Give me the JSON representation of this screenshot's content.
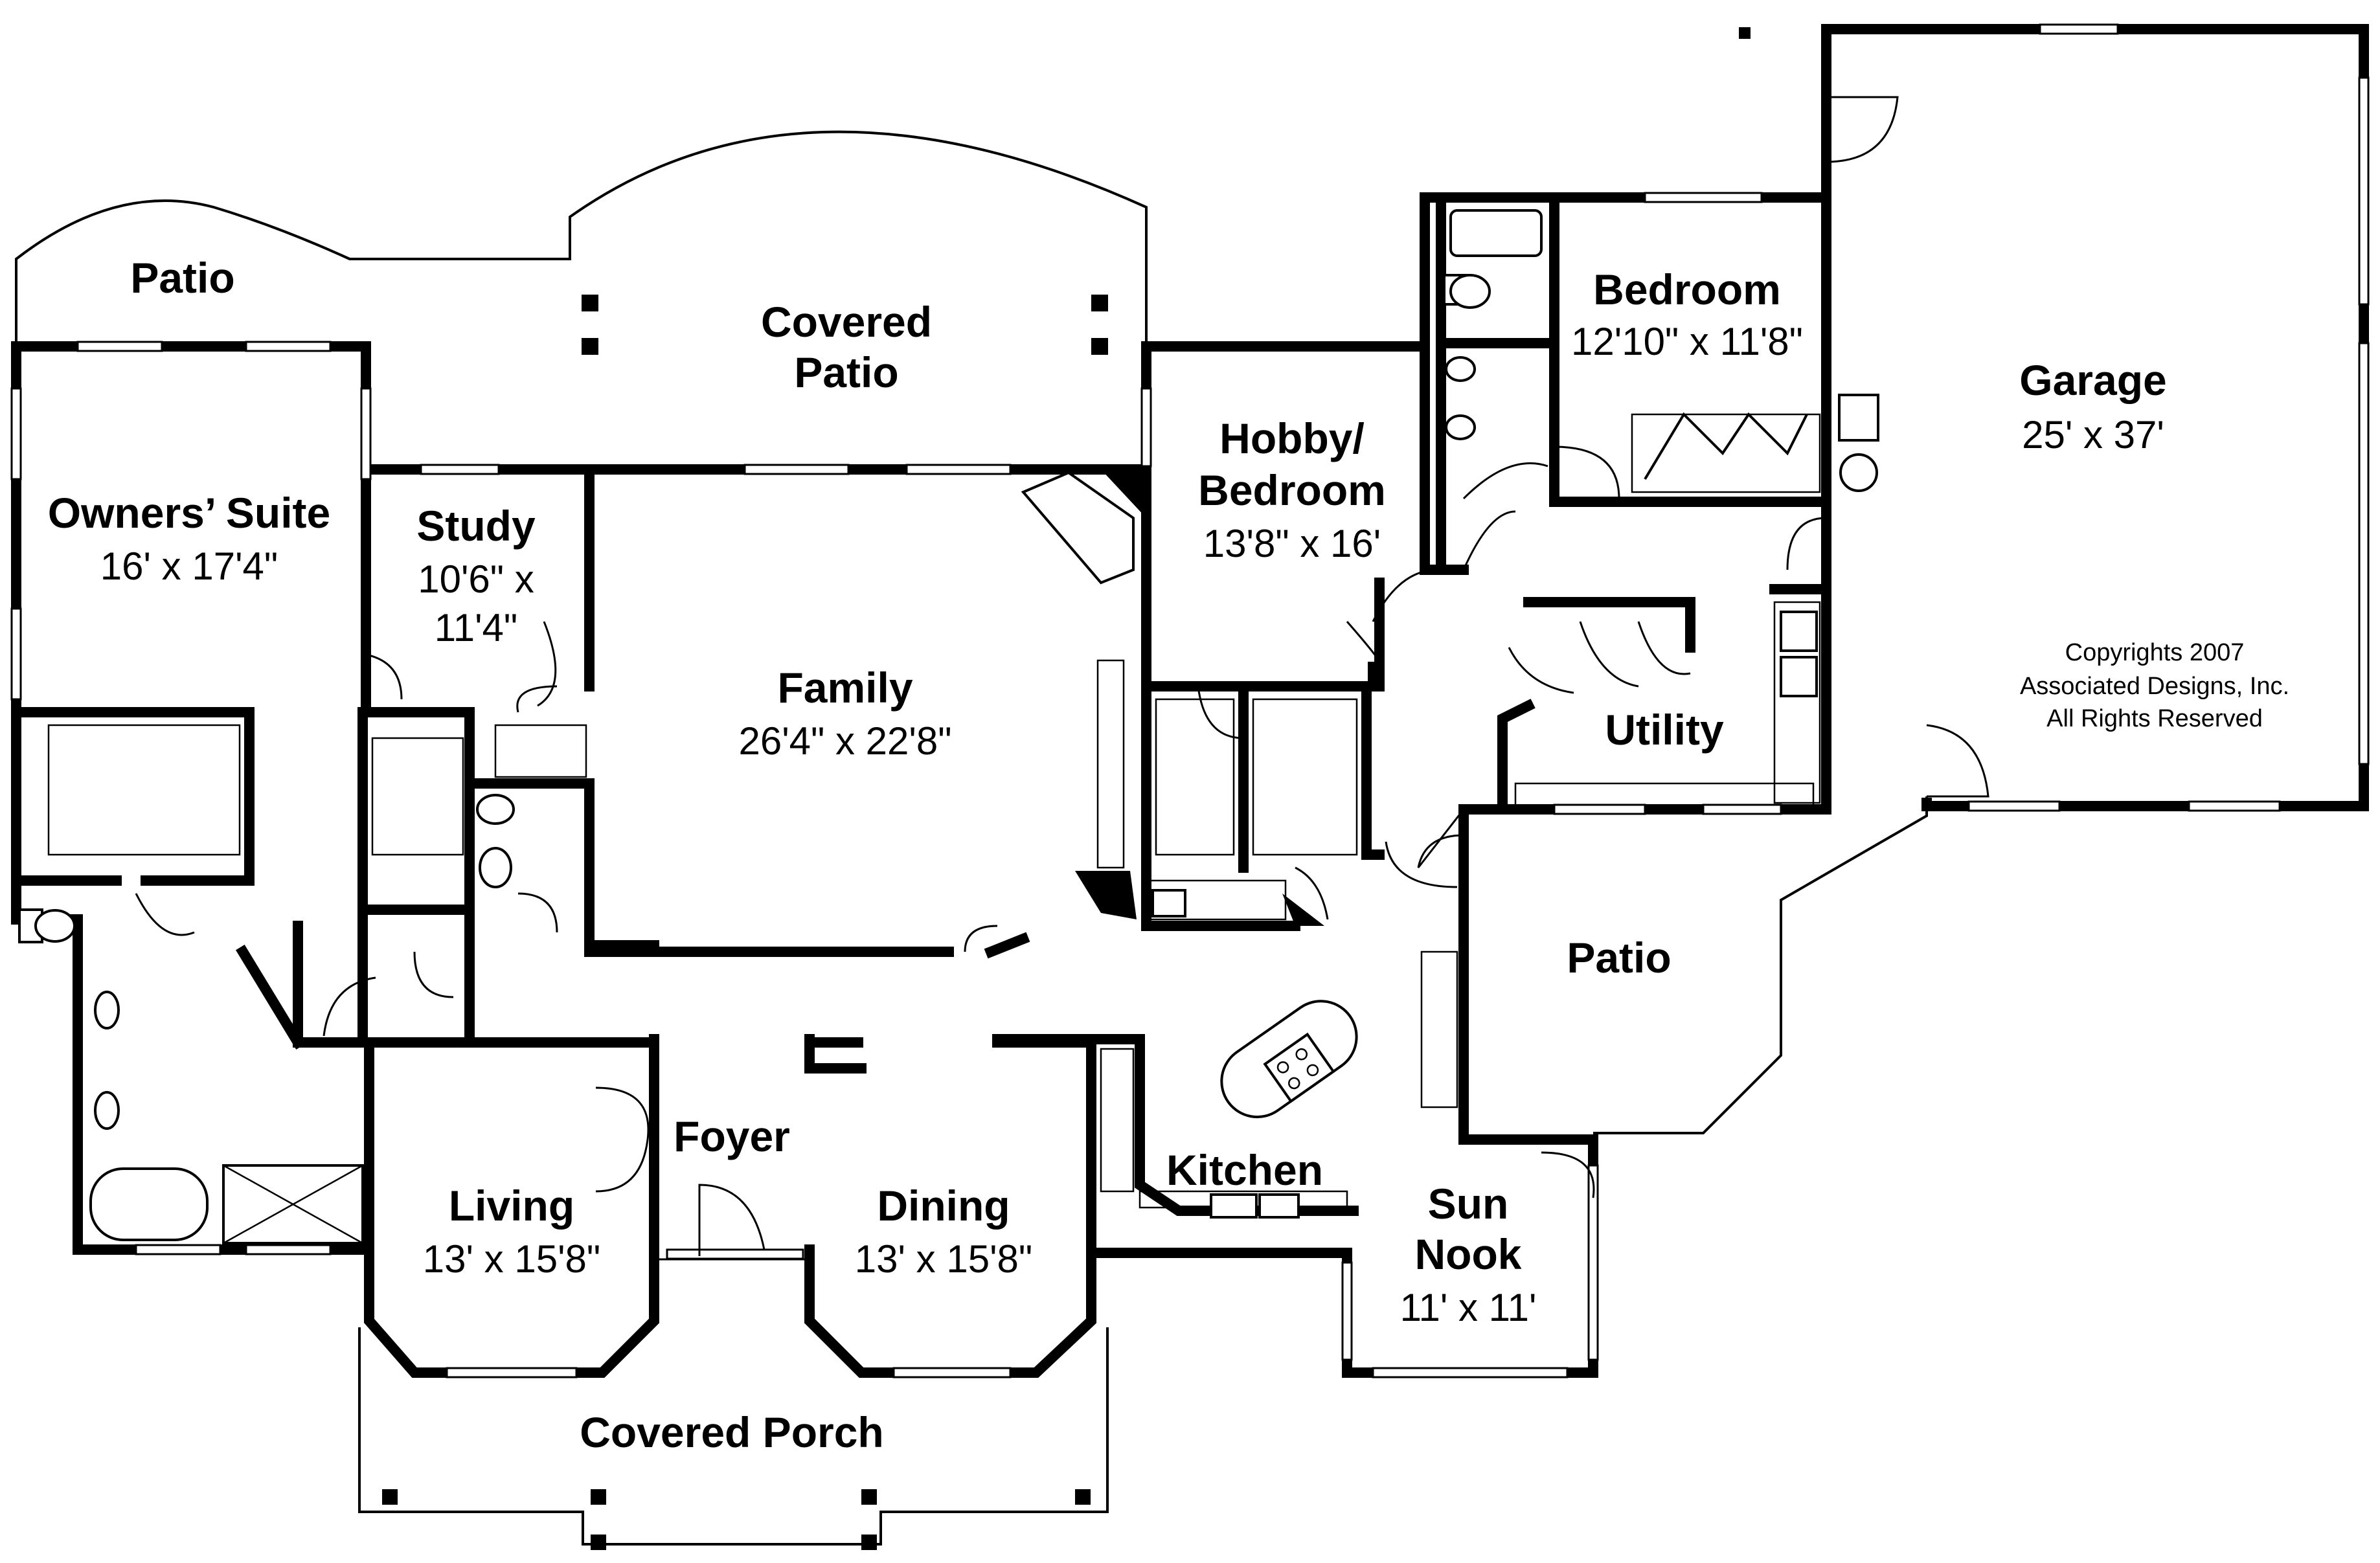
{
  "rooms": {
    "patio_left": {
      "name": "Patio"
    },
    "covered_patio": {
      "name_line1": "Covered",
      "name_line2": "Patio"
    },
    "owners_suite": {
      "name": "Owners’ Suite",
      "size": "16' x 17'4\""
    },
    "study": {
      "name": "Study",
      "size_line1": "10'6\" x",
      "size_line2": "11'4\""
    },
    "family": {
      "name": "Family",
      "size": "26'4\" x 22'8\""
    },
    "hobby_bedroom": {
      "name_line1": "Hobby/",
      "name_line2": "Bedroom",
      "size": "13'8\" x 16'"
    },
    "bedroom": {
      "name": "Bedroom",
      "size": "12'10\" x 11'8\""
    },
    "garage": {
      "name": "Garage",
      "size": "25' x 37'"
    },
    "utility": {
      "name": "Utility"
    },
    "patio_right": {
      "name": "Patio"
    },
    "foyer": {
      "name": "Foyer"
    },
    "living": {
      "name": "Living",
      "size": "13' x 15'8\""
    },
    "dining": {
      "name": "Dining",
      "size": "13' x 15'8\""
    },
    "kitchen": {
      "name": "Kitchen"
    },
    "sun_nook": {
      "name_line1": "Sun",
      "name_line2": "Nook",
      "size": "11' x 11'"
    },
    "covered_porch": {
      "name": "Covered Porch"
    }
  },
  "copyright": {
    "line1": "Copyrights 2007",
    "line2": "Associated Designs, Inc.",
    "line3": "All Rights Reserved"
  }
}
